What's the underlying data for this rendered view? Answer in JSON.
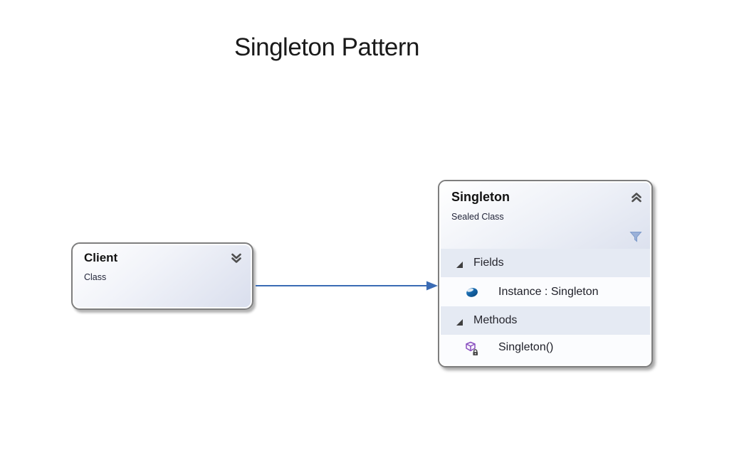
{
  "title": "Singleton Pattern",
  "colors": {
    "arrow": "#3a6bb4",
    "box_border": "#7e7e7e",
    "header_gradient_start": "#ffffff",
    "header_gradient_end": "#dce1ee",
    "section_row_bg": "#e5eaf3",
    "member_row_bg": "#fbfcfe",
    "chevron_gray": "#4f4f4f",
    "filter_blue": "#9bb1d8",
    "field_icon_blue": "#1565a8",
    "method_icon_purple": "#7a44b8",
    "title_text": "#1a1a1a",
    "member_text": "#1e1f28"
  },
  "client_node": {
    "title": "Client",
    "subtitle": "Class",
    "expander_icon": "double-chevron-down"
  },
  "singleton_node": {
    "title": "Singleton",
    "subtitle": "Sealed Class",
    "collapse_icon": "double-chevron-up",
    "filter_icon": "filter-funnel",
    "sections": [
      {
        "label": "Fields",
        "expander_icon": "expanded-triangle",
        "members": [
          {
            "icon": "field-icon",
            "label": "Instance : Singleton"
          }
        ]
      },
      {
        "label": "Methods",
        "expander_icon": "expanded-triangle",
        "members": [
          {
            "icon": "private-method-icon",
            "label": "Singleton()"
          }
        ]
      }
    ]
  },
  "connector": {
    "type": "association-arrow",
    "from": "Client",
    "to": "Singleton"
  }
}
